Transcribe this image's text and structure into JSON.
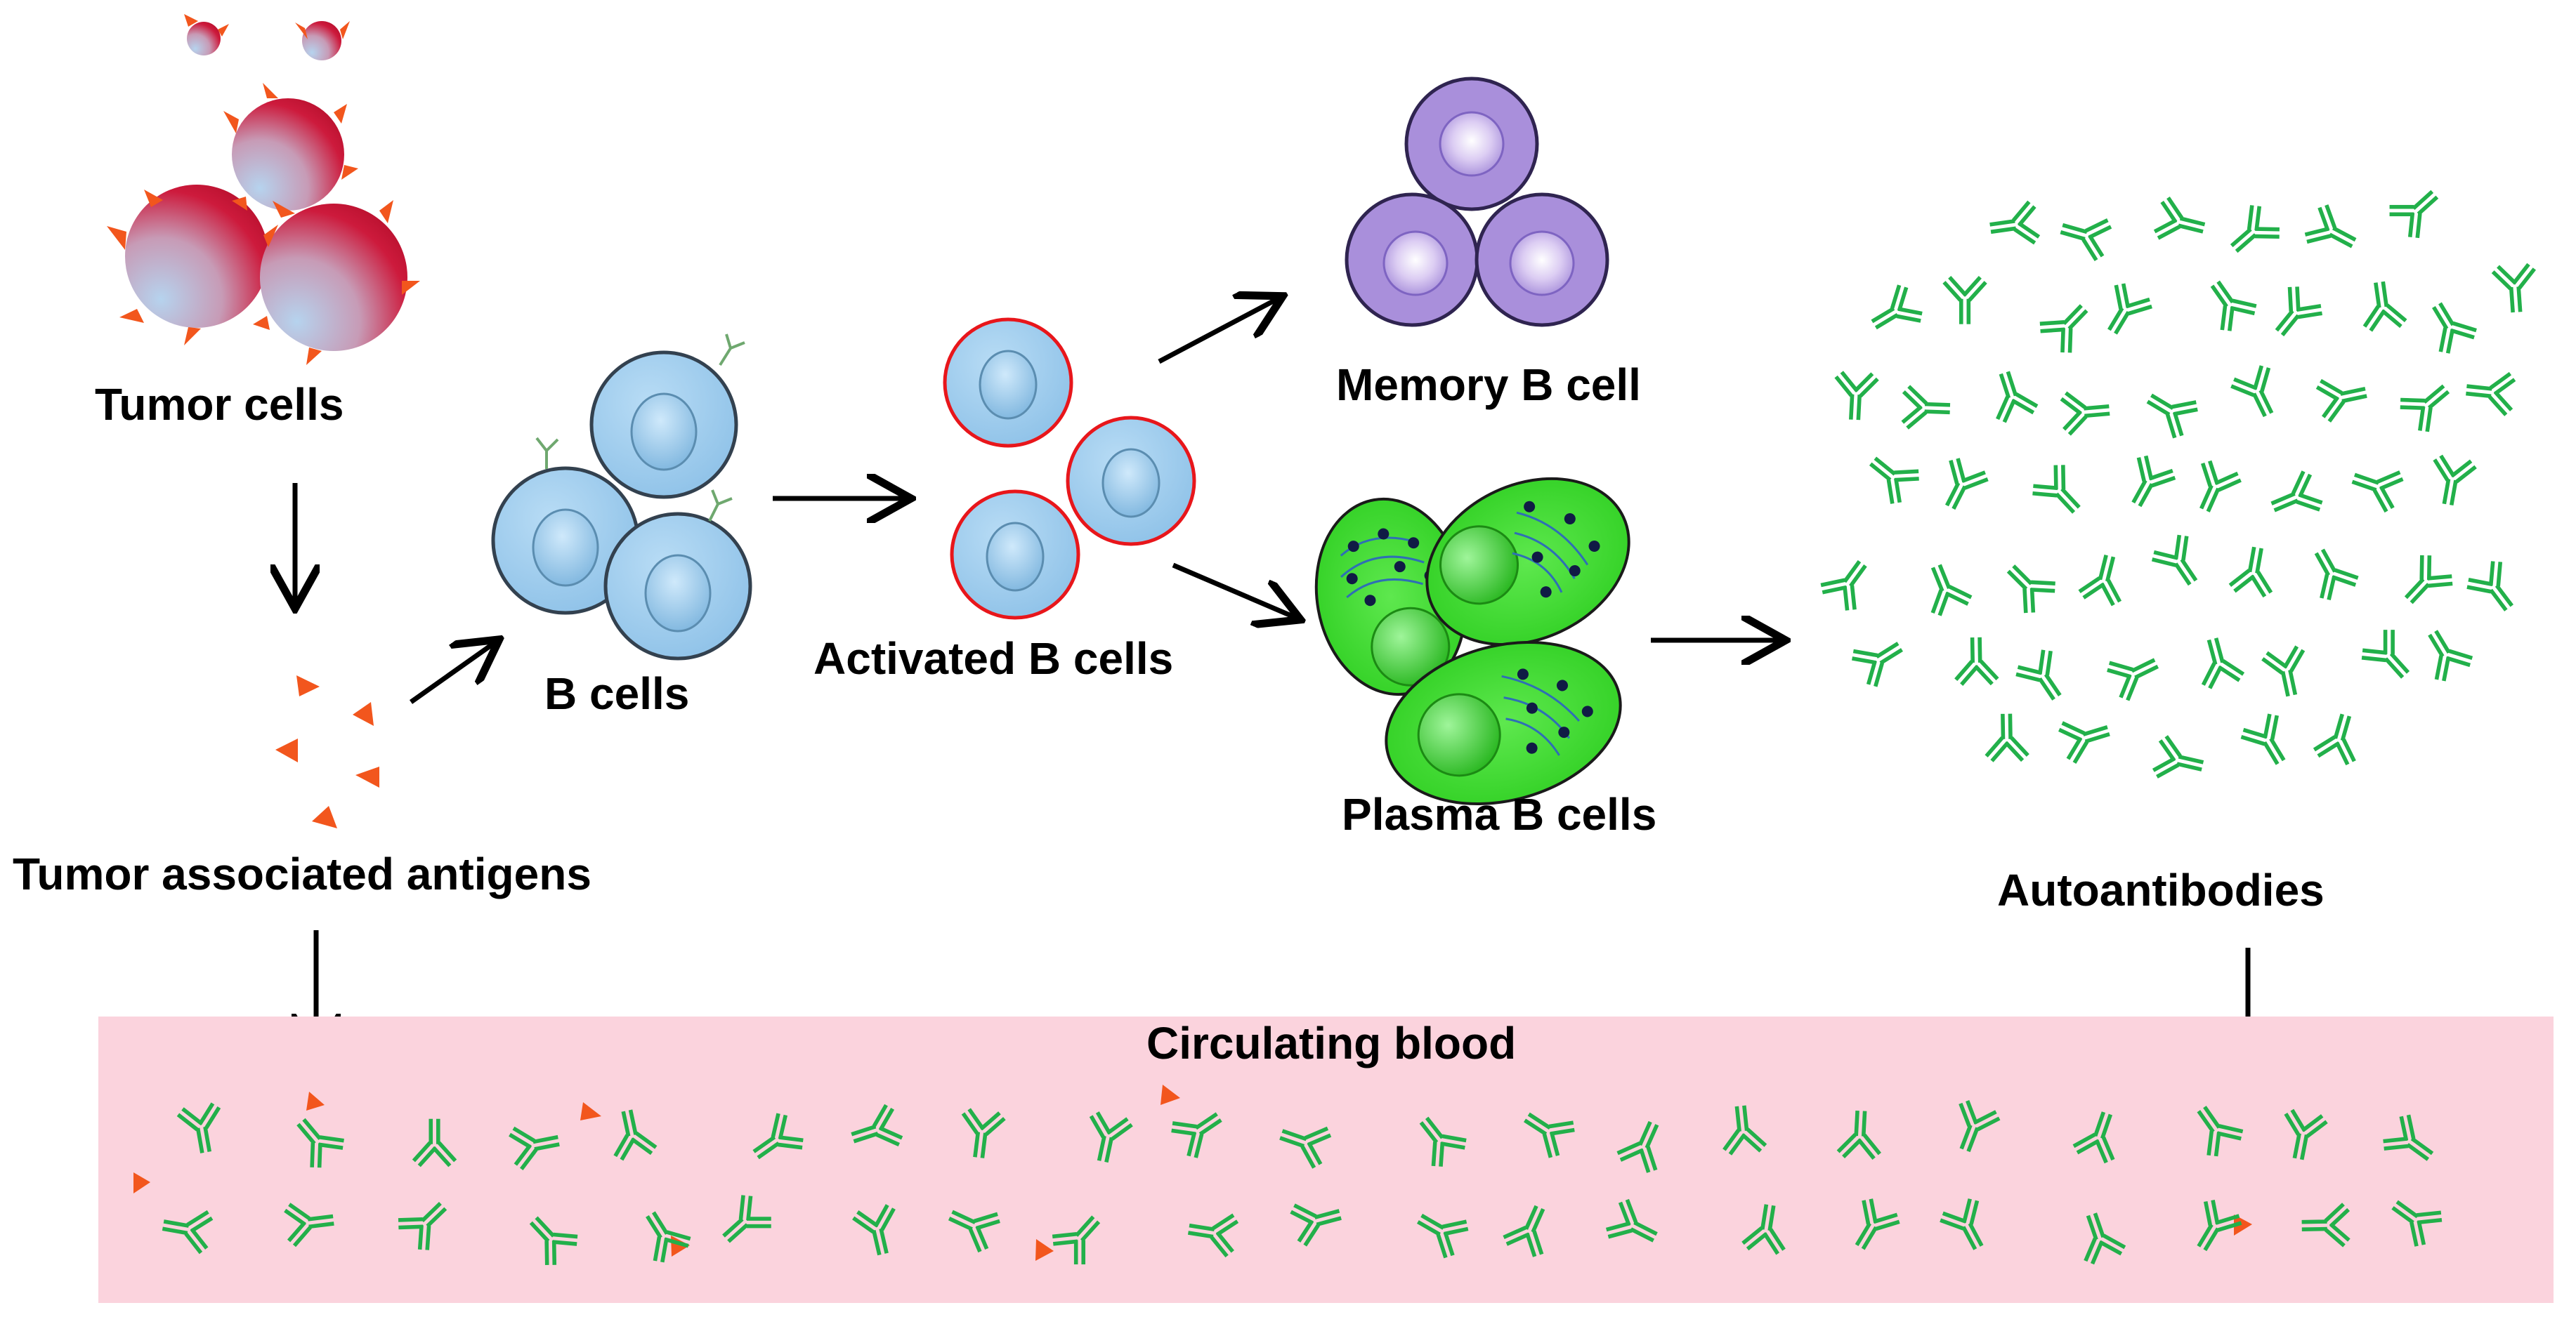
{
  "labels": {
    "tumor_cells": "Tumor cells",
    "tumor_antigens": "Tumor associated antigens",
    "b_cells": "B cells",
    "activated_b_cells": "Activated B cells",
    "memory_b_cell": "Memory B cell",
    "plasma_b_cells": "Plasma B cells",
    "autoantibodies": "Autoantibodies",
    "circulating_blood": "Circulating blood"
  },
  "colors": {
    "tumor_red": "#c8102e",
    "tumor_blue": "#a9c7e6",
    "antigen": "#f2561d",
    "b_cell": "#9ccbeb",
    "activated_border": "#e8161b",
    "memory": "#9b7fd4",
    "plasma": "#3fd82f",
    "antibody": "#22b04a",
    "blood": "#fbd3dd",
    "arrow": "#000000"
  },
  "icons": [
    "tumor-cell-icon",
    "antigen-icon",
    "b-cell-icon",
    "activated-b-cell-icon",
    "memory-b-cell-icon",
    "plasma-b-cell-icon",
    "antibody-icon",
    "arrow-icon"
  ]
}
